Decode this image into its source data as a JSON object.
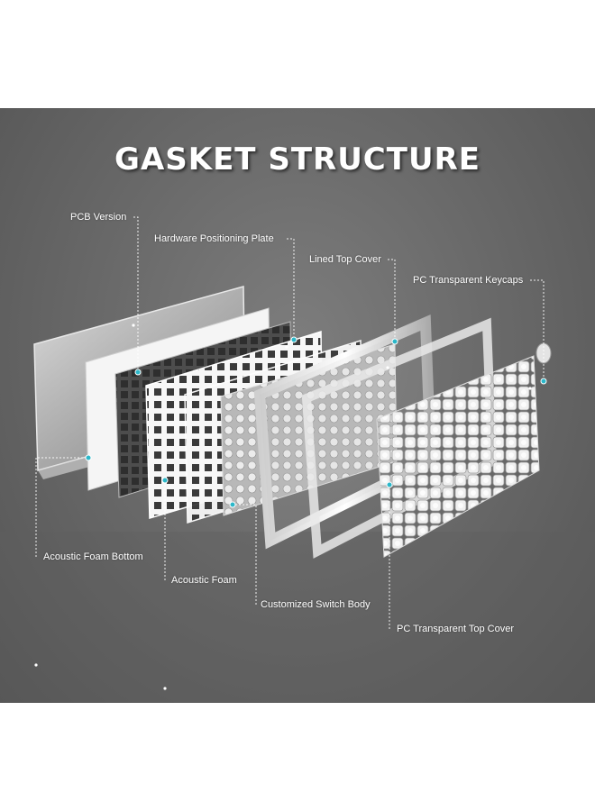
{
  "title": "GASKET STRUCTURE",
  "labels": {
    "pcb_version": "PCB Version",
    "hardware_positioning_plate": "Hardware Positioning Plate",
    "lined_top_cover": "Lined Top Cover",
    "pc_transparent_keycaps": "PC Transparent Keycaps",
    "acoustic_foam_bottom": "Acoustic Foam Bottom",
    "acoustic_foam": "Acoustic Foam",
    "customized_switch_body": "Customized Switch Body",
    "pc_transparent_top_cover": "PC Transparent Top Cover"
  },
  "colors": {
    "background": "#6a6a6a",
    "label_text": "#ffffff",
    "leader_dot": "#2bb7c9"
  }
}
